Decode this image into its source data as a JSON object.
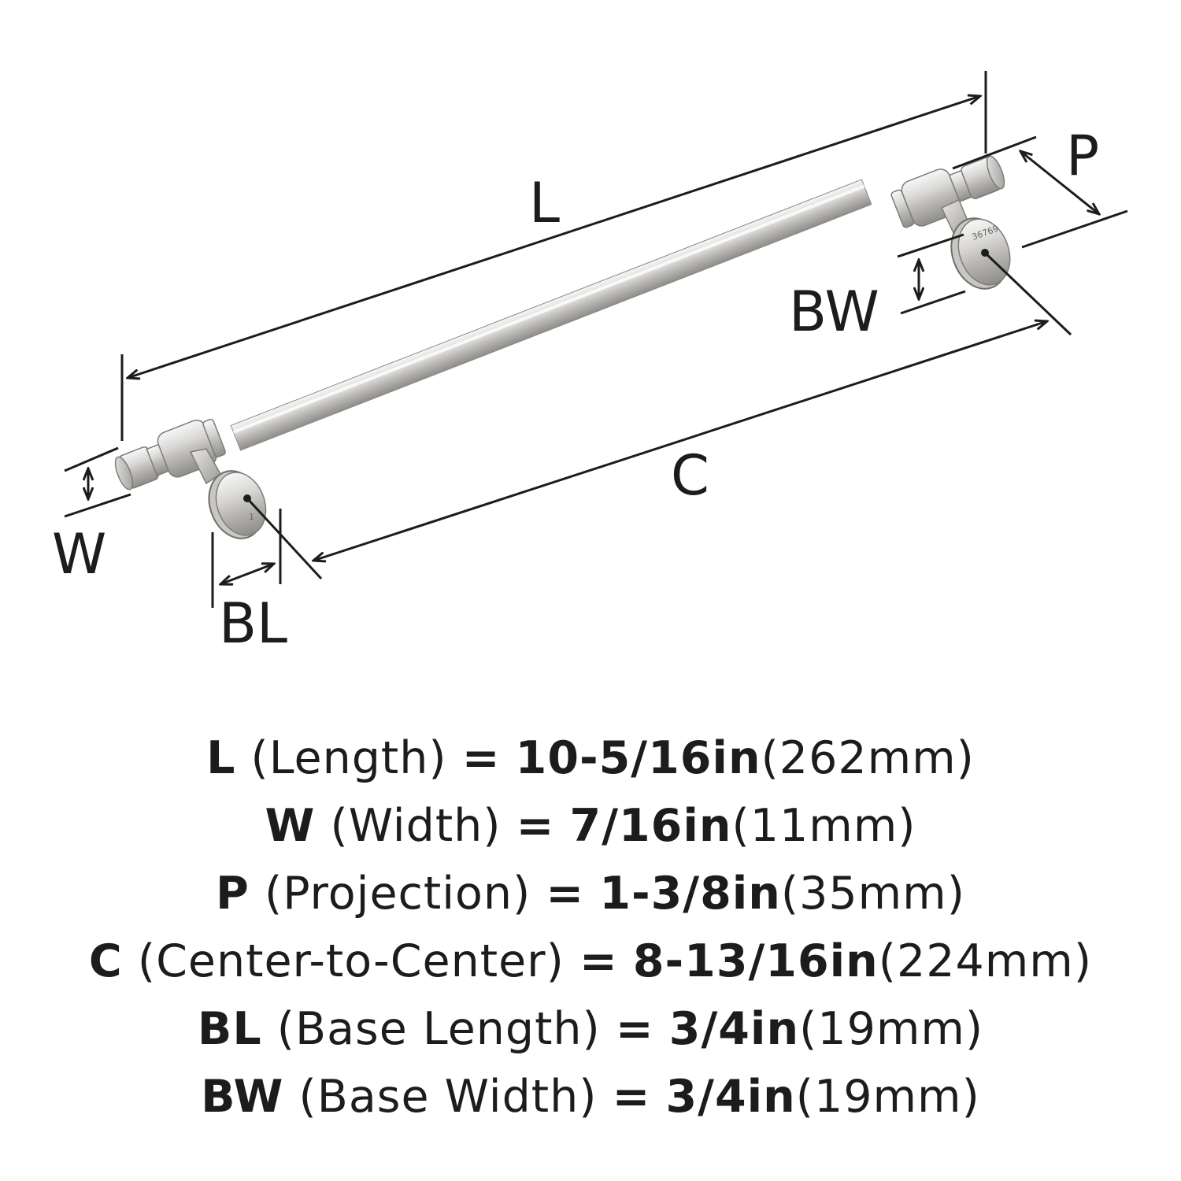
{
  "dimension_labels": {
    "length": "L",
    "width": "W",
    "projection": "P",
    "center": "C",
    "base_length": "BL",
    "base_width": "BW"
  },
  "part_markings": {
    "right_base_number": "36769",
    "left_base_number": "1"
  },
  "specs": [
    {
      "key": "L",
      "desc": "(Length)",
      "eq": "=",
      "inch": "10-5/16in",
      "mm": "(262mm)"
    },
    {
      "key": "W",
      "desc": "(Width)",
      "eq": "=",
      "inch": "7/16in",
      "mm": "(11mm)"
    },
    {
      "key": "P",
      "desc": "(Projection)",
      "eq": "=",
      "inch": "1-3/8in",
      "mm": "(35mm)"
    },
    {
      "key": "C",
      "desc": "(Center-to-Center)",
      "eq": "=",
      "inch": "8-13/16in",
      "mm": "(224mm)"
    },
    {
      "key": "BL",
      "desc": "(Base Length)",
      "eq": "=",
      "inch": "3/4in",
      "mm": "(19mm)"
    },
    {
      "key": "BW",
      "desc": "(Base Width)",
      "eq": "=",
      "inch": "3/4in",
      "mm": "(19mm)"
    }
  ]
}
